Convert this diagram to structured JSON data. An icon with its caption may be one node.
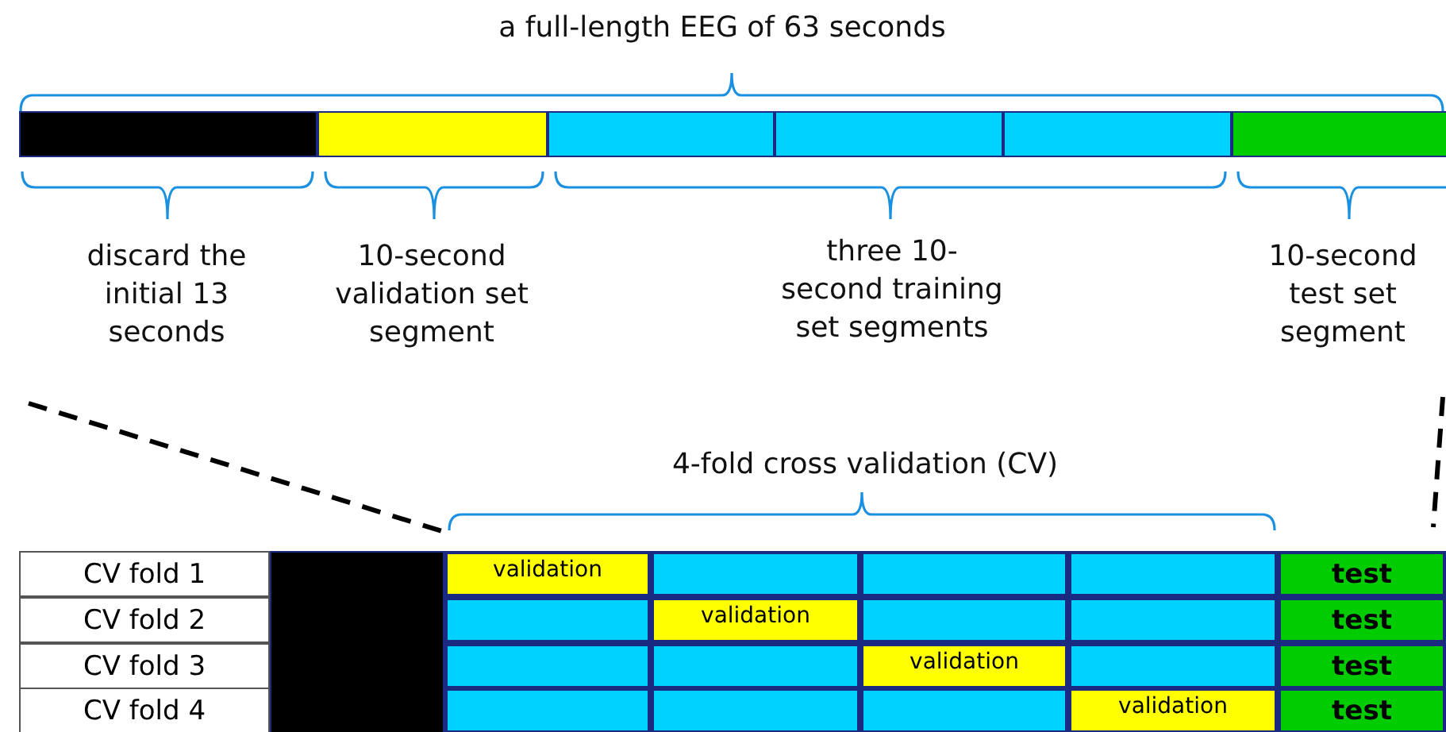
{
  "diagram": {
    "nodes": [
      {
        "text": [],
        "shape": "bar"
      },
      {
        "text": [],
        "shape": "bar"
      },
      {
        "text": [],
        "shape": "bar"
      },
      {
        "text": [],
        "shape": "bar"
      },
      {
        "text": [],
        "shape": "bar"
      },
      {
        "text": [],
        "shape": "bar"
      },
      {
        "text": [
          "CV fold 1"
        ]
      },
      {
        "text": [],
        "shape": "bar"
      },
      {
        "text": [
          "validation"
        ]
      },
      {
        "text": [],
        "shape": "box"
      },
      {
        "text": [],
        "shape": "box"
      },
      {
        "text": [],
        "shape": "box"
      },
      {
        "text": [
          "test"
        ]
      },
      {
        "text": [
          "CV fold 2"
        ]
      },
      {
        "text": [],
        "shape": "box"
      },
      {
        "text": [
          "validation"
        ]
      },
      {
        "text": [],
        "shape": "box"
      },
      {
        "text": [],
        "shape": "box"
      },
      {
        "text": [
          "test"
        ]
      },
      {
        "text": [
          "CV fold 3"
        ]
      },
      {
        "text": [],
        "shape": "box"
      },
      {
        "text": [],
        "shape": "box"
      },
      {
        "text": [
          "validation"
        ]
      },
      {
        "text": [],
        "shape": "box"
      },
      {
        "text": [
          "test"
        ]
      },
      {
        "text": [
          "CV fold 4"
        ]
      },
      {
        "text": [],
        "shape": "box"
      },
      {
        "text": [],
        "shape": "box"
      },
      {
        "text": [],
        "shape": "box"
      },
      {
        "text": [
          "validation"
        ]
      },
      {
        "text": [
          "test"
        ]
      }
    ],
    "edges": [],
    "labels": [
      "a full-length EEG of 63 seconds",
      "discard the initial 13 seconds",
      "10-second validation set segment",
      "three 10-second training set segments",
      "10-second test set segment",
      "4-fold cross validation (CV)"
    ]
  }
}
